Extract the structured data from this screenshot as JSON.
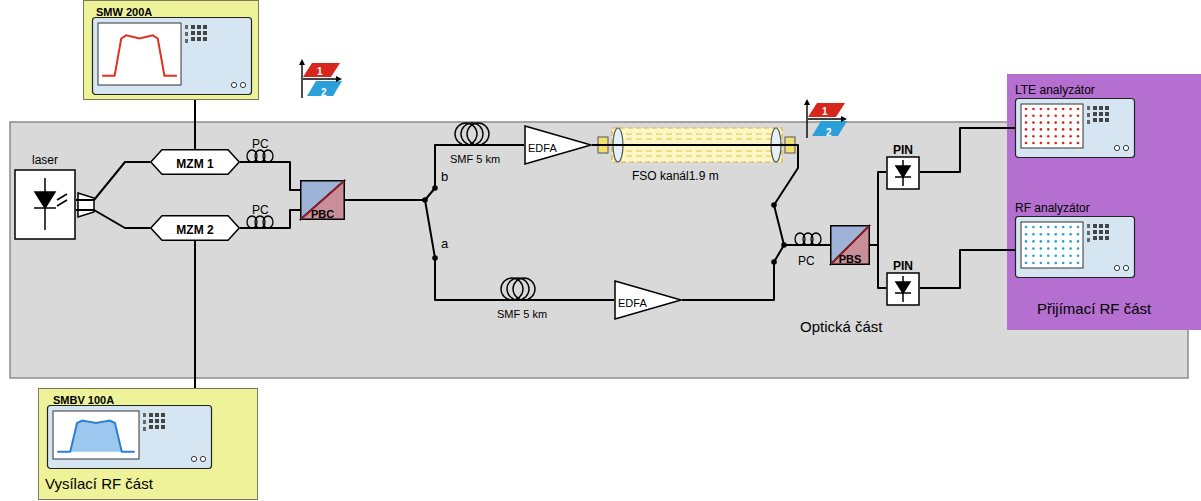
{
  "diagram": {
    "nodes": [
      {
        "text": [
          "Optická část"
        ]
      },
      {
        "text": [
          "SMW 200A"
        ]
      },
      {
        "text": [
          "SMBV 100A",
          "Vysílací RF část"
        ]
      },
      {
        "text": [
          "Přijímací RF část"
        ]
      },
      {
        "text": [
          "laser"
        ],
        "in": 0
      },
      {
        "text": [
          "MZM 1"
        ],
        "in": 0
      },
      {
        "text": [
          "MZM 2"
        ],
        "in": 0
      },
      {
        "text": [
          "PBC"
        ],
        "in": 0
      },
      {
        "text": [
          "EDFA"
        ],
        "in": 0
      },
      {
        "text": [
          "EDFA"
        ],
        "in": 0
      },
      {
        "text": [
          "PBS"
        ],
        "in": 0
      },
      {
        "text": [
          "PIN"
        ],
        "in": 0
      },
      {
        "text": [
          "PIN"
        ],
        "in": 0
      },
      {
        "text": [
          "LTE analyzátor"
        ],
        "in": 3
      },
      {
        "text": [
          "RF analyzátor"
        ],
        "in": 3
      }
    ],
    "edges": [
      {
        "from": 1,
        "to": 5,
        "arrow": "none"
      },
      {
        "from": 2,
        "to": 6,
        "arrow": "none"
      },
      {
        "from": 4,
        "to": 5,
        "arrow": "none"
      },
      {
        "from": 4,
        "to": 6,
        "arrow": "none"
      },
      {
        "from": 5,
        "to": 7,
        "arrow": "none"
      },
      {
        "from": 6,
        "to": 7,
        "arrow": "none"
      },
      {
        "from": 7,
        "to": 8,
        "arrow": "none"
      },
      {
        "from": 7,
        "to": 9,
        "arrow": "none"
      },
      {
        "from": 8,
        "to": 10,
        "arrow": "none"
      },
      {
        "from": 9,
        "to": 10,
        "arrow": "none"
      },
      {
        "from": 10,
        "to": 11,
        "arrow": "none"
      },
      {
        "from": 10,
        "to": 12,
        "arrow": "none"
      },
      {
        "from": 11,
        "to": 13,
        "arrow": "none"
      },
      {
        "from": 12,
        "to": 14,
        "arrow": "none"
      }
    ],
    "labels": [
      "PC",
      "PC",
      "1",
      "2",
      "b",
      "a",
      "SMF 5 km",
      "SMF 5 km",
      "FSO kanál1.9 m",
      "1",
      "2",
      "PC"
    ]
  }
}
